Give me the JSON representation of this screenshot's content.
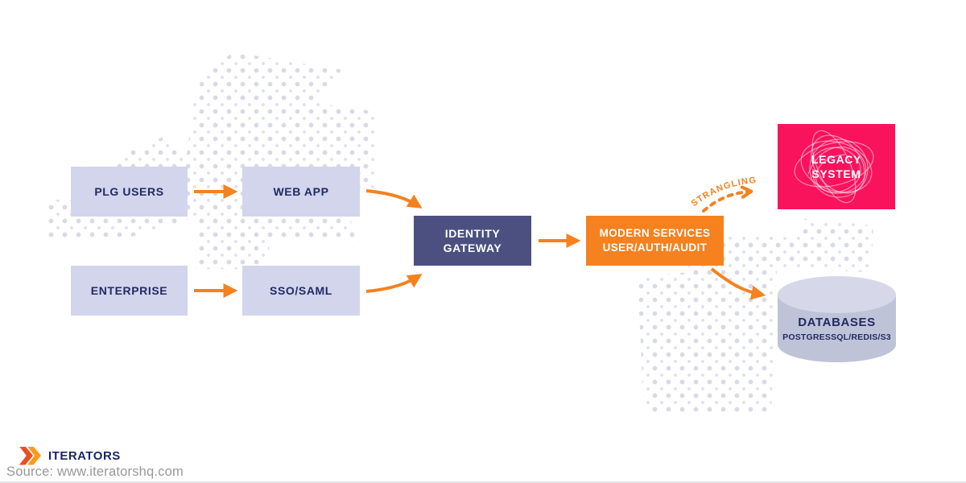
{
  "nodes": {
    "plg_users": "PLG USERS",
    "web_app": "WEB APP",
    "enterprise": "ENTERPRISE",
    "sso_saml": "SSO/SAML",
    "identity_gateway": {
      "line1": "IDENTITY",
      "line2": "GATEWAY"
    },
    "modern_services": {
      "line1": "MODERN SERVICES",
      "line2": "USER/AUTH/AUDIT"
    },
    "legacy_system": {
      "line1": "LEGACY",
      "line2": "SYSTEM"
    },
    "databases": {
      "title": "DATABASES",
      "subtitle": "POSTGRESSQL/REDIS/S3"
    }
  },
  "edges": {
    "strangling_label": "STRANGLING"
  },
  "footer": {
    "brand": "ITERATORS",
    "source": "Source: www.iteratorshq.com"
  },
  "colors": {
    "accent_orange": "#F5811F",
    "node_light_fill": "#D2D5EC",
    "node_dark_fill": "#4B5080",
    "legacy_fill": "#F9135C",
    "text_navy": "#222A64",
    "dot_color": "#D8DAE6",
    "cylinder_body": "#BFC3D8",
    "cylinder_top": "#D6D8E9",
    "source_text_color": "#97989A"
  }
}
